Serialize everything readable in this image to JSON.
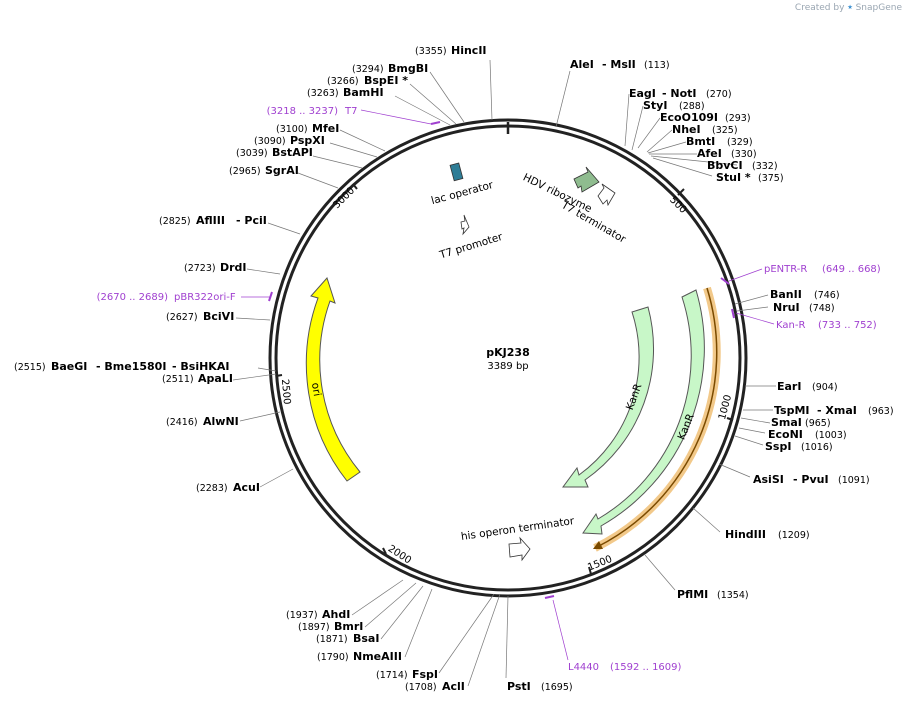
{
  "credit": {
    "created_by": "Created by",
    "brand": "SnapGene"
  },
  "plasmid": {
    "name": "pKJ238",
    "size": "3389 bp"
  },
  "backbone": {
    "ticks": [
      "500",
      "1000",
      "1500",
      "2000",
      "2500",
      "3000"
    ]
  },
  "features": [
    {
      "id": "lac-operator",
      "label": "lac operator",
      "color": "#2e7d96"
    },
    {
      "id": "hdv-ribozyme",
      "label": "HDV ribozyme",
      "color": "#8fbc8f"
    },
    {
      "id": "t7-terminator",
      "label": "T7 terminator",
      "color": "#ffffff"
    },
    {
      "id": "t7-promoter",
      "label": "T7 promoter",
      "color": "#ffffff"
    },
    {
      "id": "ori",
      "label": "ori",
      "color": "#ffff00"
    },
    {
      "id": "kanr-inner",
      "label": "KanR",
      "color": "#c8f7c8"
    },
    {
      "id": "kanr-outer",
      "label": "KanR",
      "color": "#c8f7c8"
    },
    {
      "id": "his-operon-terminator",
      "label": "his operon terminator",
      "color": "#ffffff"
    }
  ],
  "primers": [
    {
      "id": "t7",
      "name": "T7",
      "range": "(3218 .. 3237)"
    },
    {
      "id": "pentr-r",
      "name": "pENTR-R",
      "range": "(649 .. 668)"
    },
    {
      "id": "kan-r",
      "name": "Kan-R",
      "range": "(733 .. 752)"
    },
    {
      "id": "pbr322ori-f",
      "name": "pBR322ori-F",
      "range": "(2670 .. 2689)"
    },
    {
      "id": "l4440",
      "name": "L4440",
      "range": "(1592 .. 1609)"
    }
  ],
  "sites": [
    {
      "id": "hincii",
      "name": "HincII",
      "pos": "(3355)"
    },
    {
      "id": "bmgbi",
      "name": "BmgBI",
      "pos": "(3294)"
    },
    {
      "id": "bspei",
      "name": "BspEI *",
      "pos": "(3266)"
    },
    {
      "id": "bamhi",
      "name": "BamHI",
      "pos": "(3263)"
    },
    {
      "id": "mfei",
      "name": "MfeI",
      "pos": "(3100)"
    },
    {
      "id": "pspxi",
      "name": "PspXI",
      "pos": "(3090)"
    },
    {
      "id": "bstapi",
      "name": "BstAPI",
      "pos": "(3039)"
    },
    {
      "id": "sgrai",
      "name": "SgrAI",
      "pos": "(2965)"
    },
    {
      "id": "afliii",
      "name": "AflIII",
      "name2": "- PciI",
      "pos": "(2825)"
    },
    {
      "id": "drdi",
      "name": "DrdI",
      "pos": "(2723)"
    },
    {
      "id": "bcivi",
      "name": "BciVI",
      "pos": "(2627)"
    },
    {
      "id": "baegi",
      "name": "BaeGI",
      "name2": "- Bme1580I",
      "name3": "- BsiHKAI",
      "pos": "(2515)"
    },
    {
      "id": "apali",
      "name": "ApaLI",
      "pos": "(2511)"
    },
    {
      "id": "alwni",
      "name": "AlwNI",
      "pos": "(2416)"
    },
    {
      "id": "acui",
      "name": "AcuI",
      "pos": "(2283)"
    },
    {
      "id": "ahdi",
      "name": "AhdI",
      "pos": "(1937)"
    },
    {
      "id": "bmri",
      "name": "BmrI",
      "pos": "(1897)"
    },
    {
      "id": "bsai",
      "name": "BsaI",
      "pos": "(1871)"
    },
    {
      "id": "nmeaiii",
      "name": "NmeAIII",
      "pos": "(1790)"
    },
    {
      "id": "fspi",
      "name": "FspI",
      "pos": "(1714)"
    },
    {
      "id": "acli",
      "name": "AclI",
      "pos": "(1708)"
    },
    {
      "id": "psti",
      "name": "PstI",
      "pos": "(1695)"
    },
    {
      "id": "pflmi",
      "name": "PflMI",
      "pos": "(1354)"
    },
    {
      "id": "hindiii",
      "name": "HindIII",
      "pos": "(1209)"
    },
    {
      "id": "asisi",
      "name": "AsiSI",
      "name2": "- PvuI",
      "pos": "(1091)"
    },
    {
      "id": "sspi",
      "name": "SspI",
      "pos": "(1016)"
    },
    {
      "id": "econi",
      "name": "EcoNI",
      "pos": "(1003)"
    },
    {
      "id": "smai",
      "name": "SmaI",
      "pos": "(965)"
    },
    {
      "id": "tspmi",
      "name": "TspMI",
      "name2": "- XmaI",
      "pos": "(963)"
    },
    {
      "id": "eari",
      "name": "EarI",
      "pos": "(904)"
    },
    {
      "id": "nrui",
      "name": "NruI",
      "pos": "(748)"
    },
    {
      "id": "banii",
      "name": "BanII",
      "pos": "(746)"
    },
    {
      "id": "stui",
      "name": "StuI *",
      "pos": "(375)"
    },
    {
      "id": "bbvci",
      "name": "BbvCI",
      "pos": "(332)"
    },
    {
      "id": "afei",
      "name": "AfeI",
      "pos": "(330)"
    },
    {
      "id": "bmti",
      "name": "BmtI",
      "pos": "(329)"
    },
    {
      "id": "nhei",
      "name": "NheI",
      "pos": "(325)"
    },
    {
      "id": "eco0109i",
      "name": "EcoO109I",
      "pos": "(293)"
    },
    {
      "id": "styi",
      "name": "StyI",
      "pos": "(288)"
    },
    {
      "id": "eagi",
      "name": "EagI",
      "name2": "- NotI",
      "pos": "(270)"
    },
    {
      "id": "alei",
      "name": "AleI",
      "name2": "- MslI",
      "pos": "(113)"
    }
  ]
}
